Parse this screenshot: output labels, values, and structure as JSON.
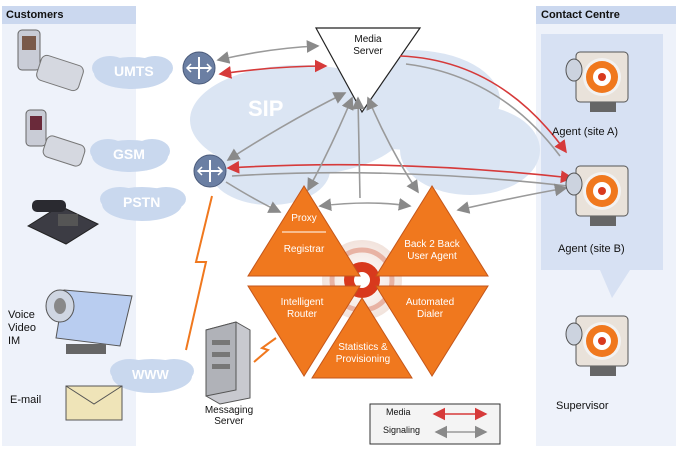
{
  "panels": {
    "customers_title": "Customers",
    "contact_centre_title": "Contact Centre"
  },
  "networks": {
    "umts": "UMTS",
    "gsm": "GSM",
    "pstn": "PSTN",
    "sip": "SIP",
    "www": "WWW"
  },
  "media_server": {
    "line1": "Media",
    "line2": "Server"
  },
  "modules": {
    "proxy": "Proxy",
    "registrar": "Registrar",
    "b2bua_line1": "Back 2 Back",
    "b2bua_line2": "User Agent",
    "router_line1": "Intelligent",
    "router_line2": "Router",
    "dialer_line1": "Automated",
    "dialer_line2": "Dialer",
    "stats_line1": "Statistics &",
    "stats_line2": "Provisioning"
  },
  "channels": {
    "voice": "Voice",
    "video": "Video",
    "im": "IM",
    "email": "E-mail"
  },
  "messaging_server": {
    "line1": "Messaging",
    "line2": "Server"
  },
  "agents": {
    "site_a": "Agent (site A)",
    "site_b": "Agent (site B)",
    "supervisor": "Supervisor"
  },
  "legend": {
    "media": "Media",
    "signaling": "Signaling"
  },
  "colors": {
    "panel": "#e8eef9",
    "panel_header": "#c9d6ee",
    "cloud": "#cfdcee",
    "cloud_text": "#ffffff",
    "triangle": "#f0781e",
    "triangle_stroke": "#c4561a",
    "media_arrow": "#d63a3a",
    "signal_arrow": "#9a9a9a"
  }
}
